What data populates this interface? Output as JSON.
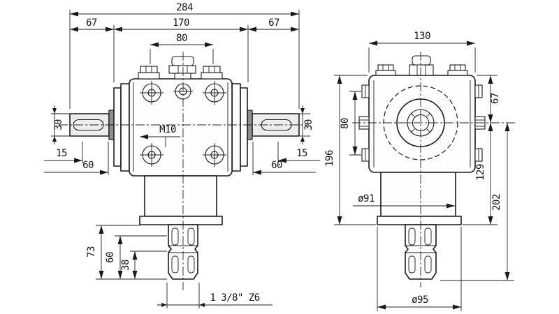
{
  "drawing": {
    "kind": "2-view technical drawing of an angular PTO gearbox",
    "line_color": "#1a1a1a",
    "background": "#ffffff",
    "front_view": {
      "dims": {
        "overall_width": "284",
        "shaft_left": "67",
        "housing_width": "170",
        "shaft_right": "67",
        "top_bolt_spacing": "80",
        "shaft_dia_left": "30",
        "key_offset_left": "15",
        "key_length_left": "60",
        "shaft_dia_right": "30",
        "key_offset_right": "15",
        "key_length_right": "60",
        "thread": "M10",
        "pto_total_length": "73",
        "pto_spline_length": "60",
        "pto_groove_length": "38",
        "pto_spec": "1 3/8\" Z6"
      }
    },
    "side_view": {
      "dims": {
        "housing_depth": "130",
        "top_to_center": "67",
        "side_hole_spacing": "80",
        "total_height": "196",
        "center_to_flange": "129",
        "center_to_shaft_end": "202",
        "neck_diameter": "ø91",
        "flange_diameter": "ø95"
      }
    }
  }
}
